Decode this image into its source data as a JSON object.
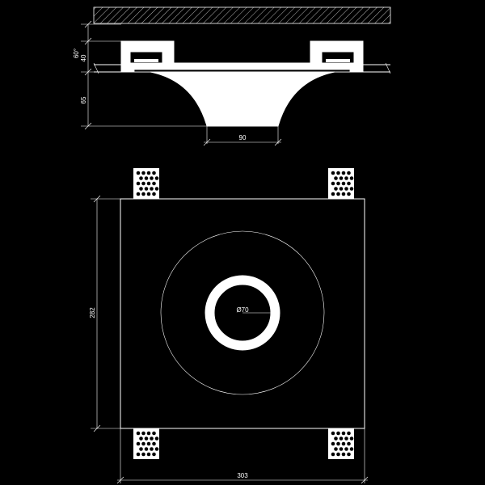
{
  "drawing": {
    "dimensions": {
      "section_total_height": "60°",
      "section_flange_height": "40",
      "section_cone_height": "65",
      "section_bottom_width": "90",
      "plan_height": "282",
      "plan_width": "303",
      "plan_hole_diameter": "Ø70"
    },
    "colors": {
      "background": "#000000",
      "line": "#ffffff"
    }
  }
}
